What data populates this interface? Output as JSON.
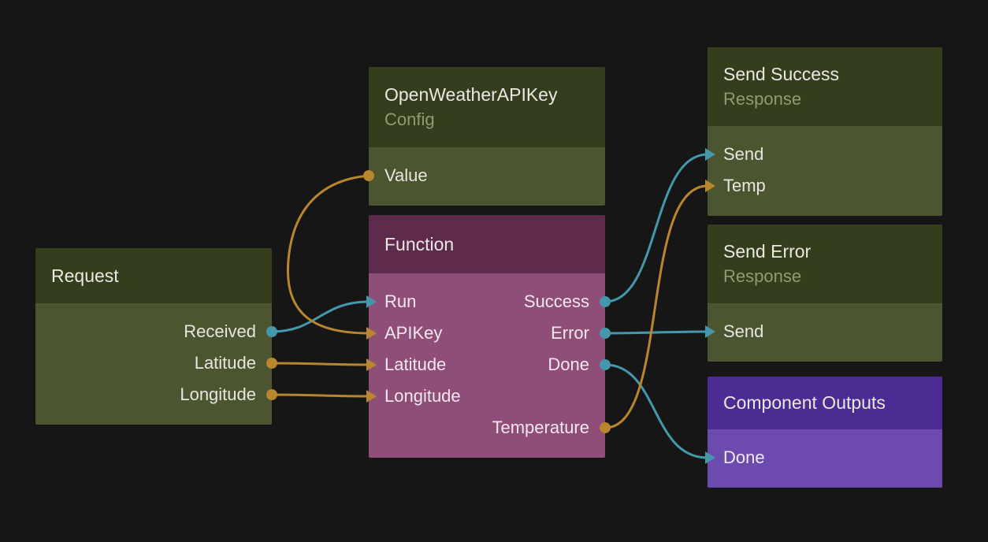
{
  "colors": {
    "background": "#161616",
    "signal_connection": "#4597AC",
    "data_connection": "#B8862D",
    "green_node_header": "#343E1D",
    "green_node_body": "#4B5530",
    "function_node_header": "#5F2B4D",
    "function_node_body": "#8F4E78",
    "outputs_node_header": "#4C2B92",
    "outputs_node_body": "#6C4AAE"
  },
  "nodes": {
    "request": {
      "title": "Request",
      "outputs": [
        {
          "label": "Received",
          "type": "signal"
        },
        {
          "label": "Latitude",
          "type": "data"
        },
        {
          "label": "Longitude",
          "type": "data"
        }
      ]
    },
    "openweather": {
      "title": "OpenWeatherAPIKey",
      "subtitle": "Config",
      "outputs": [
        {
          "label": "Value",
          "type": "data"
        }
      ]
    },
    "function": {
      "title": "Function",
      "inputs": [
        {
          "label": "Run",
          "type": "signal"
        },
        {
          "label": "APIKey",
          "type": "data"
        },
        {
          "label": "Latitude",
          "type": "data"
        },
        {
          "label": "Longitude",
          "type": "data"
        }
      ],
      "outputs": [
        {
          "label": "Success",
          "type": "signal"
        },
        {
          "label": "Error",
          "type": "signal"
        },
        {
          "label": "Done",
          "type": "signal"
        },
        {
          "label": "Temperature",
          "type": "data"
        }
      ]
    },
    "send_success": {
      "title": "Send Success",
      "subtitle": "Response",
      "inputs": [
        {
          "label": "Send",
          "type": "signal"
        },
        {
          "label": "Temp",
          "type": "data"
        }
      ]
    },
    "send_error": {
      "title": "Send Error",
      "subtitle": "Response",
      "inputs": [
        {
          "label": "Send",
          "type": "signal"
        }
      ]
    },
    "component_outputs": {
      "title": "Component Outputs",
      "inputs": [
        {
          "label": "Done",
          "type": "signal"
        }
      ]
    }
  },
  "connections": [
    {
      "from": "Request.Received",
      "to": "Function.Run",
      "type": "signal"
    },
    {
      "from": "OpenWeatherAPIKey.Value",
      "to": "Function.APIKey",
      "type": "data"
    },
    {
      "from": "Request.Latitude",
      "to": "Function.Latitude",
      "type": "data"
    },
    {
      "from": "Request.Longitude",
      "to": "Function.Longitude",
      "type": "data"
    },
    {
      "from": "Function.Success",
      "to": "Send Success.Send",
      "type": "signal"
    },
    {
      "from": "Function.Error",
      "to": "Send Error.Send",
      "type": "signal"
    },
    {
      "from": "Function.Done",
      "to": "Component Outputs.Done",
      "type": "signal"
    },
    {
      "from": "Function.Temperature",
      "to": "Send Success.Temp",
      "type": "data"
    }
  ]
}
